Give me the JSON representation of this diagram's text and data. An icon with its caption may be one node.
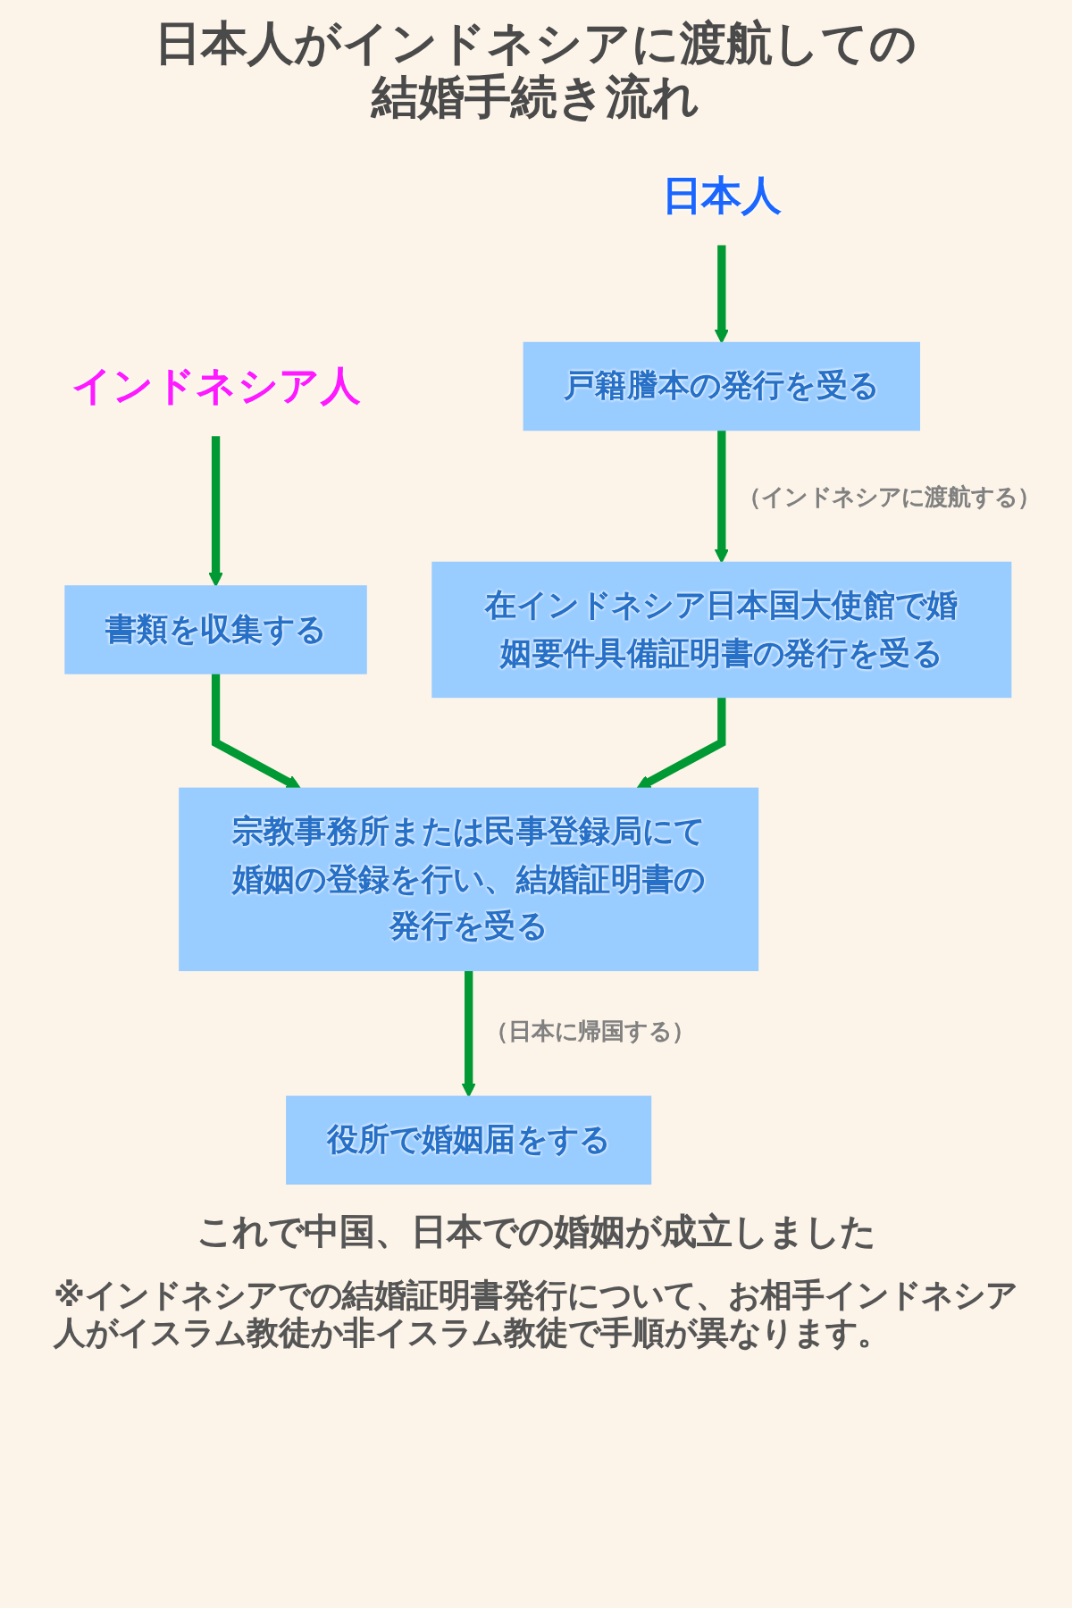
{
  "diagram": {
    "title": "日本人がインドネシアに渡航しての結婚手続き流れ",
    "nodes": [
      {
        "text": [
          "日本人"
        ]
      },
      {
        "text": [
          "インドネシア人"
        ]
      },
      {
        "text": [
          "戸籍謄本の発行を受る"
        ]
      },
      {
        "text": [
          "書類を収集する"
        ]
      },
      {
        "text": [
          "在インドネシア日本国大使館で婚姻要件具備証明書の発行を受る"
        ]
      },
      {
        "text": [
          "宗教事務所または民事登録局にて婚姻の登録を行い、結婚証明書の発行を受る"
        ]
      },
      {
        "text": [
          "役所で婚姻届をする"
        ]
      }
    ],
    "edges": [
      {
        "from": 0,
        "to": 2,
        "arrow": "to"
      },
      {
        "from": 1,
        "to": 3,
        "arrow": "to"
      },
      {
        "from": 2,
        "to": 4,
        "arrow": "to",
        "label": "（インドネシアに渡航する）"
      },
      {
        "from": 3,
        "to": 5,
        "arrow": "to"
      },
      {
        "from": 4,
        "to": 5,
        "arrow": "to"
      },
      {
        "from": 5,
        "to": 6,
        "arrow": "to",
        "label": "（日本に帰国する）"
      }
    ],
    "labels": [
      "これで中国、日本での婚姻が成立しました",
      "※インドネシアでの結婚証明書発行について、お相手インドネシア人がイスラム教徒か非イスラム教徒で手順が異なります。"
    ]
  }
}
